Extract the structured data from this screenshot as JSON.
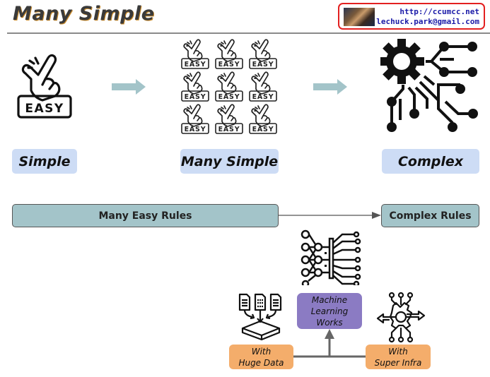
{
  "header": {
    "title": "Many Simple",
    "credit": {
      "url": "http://ccumcc.net",
      "email": "lechuck.park@gmail.com",
      "photo_icon": "author-photo"
    }
  },
  "top_row": {
    "stages": [
      {
        "label": "Simple",
        "icon": "easy-hand-icon"
      },
      {
        "label": "Many Simple",
        "icon": "easy-hand-grid-icon",
        "icon_text": "EASY"
      },
      {
        "label": "Complex",
        "icon": "gear-circuit-icon"
      }
    ],
    "arrow_color": "#a3c4c9",
    "icon_text": "EASY"
  },
  "rules": {
    "left_label": "Many Easy Rules",
    "right_label": "Complex Rules",
    "box_color": "#a3c4c9"
  },
  "ml_section": {
    "center_label_lines": [
      "Machine",
      "Learning",
      "Works"
    ],
    "center_color": "#8b7bc3",
    "left_label_lines": [
      "With",
      "Huge Data"
    ],
    "right_label_lines": [
      "With",
      "Super Infra"
    ],
    "side_color": "#f4ad6b",
    "icons": [
      "neural-network-icon",
      "data-merge-icon",
      "infra-gear-icon"
    ]
  }
}
